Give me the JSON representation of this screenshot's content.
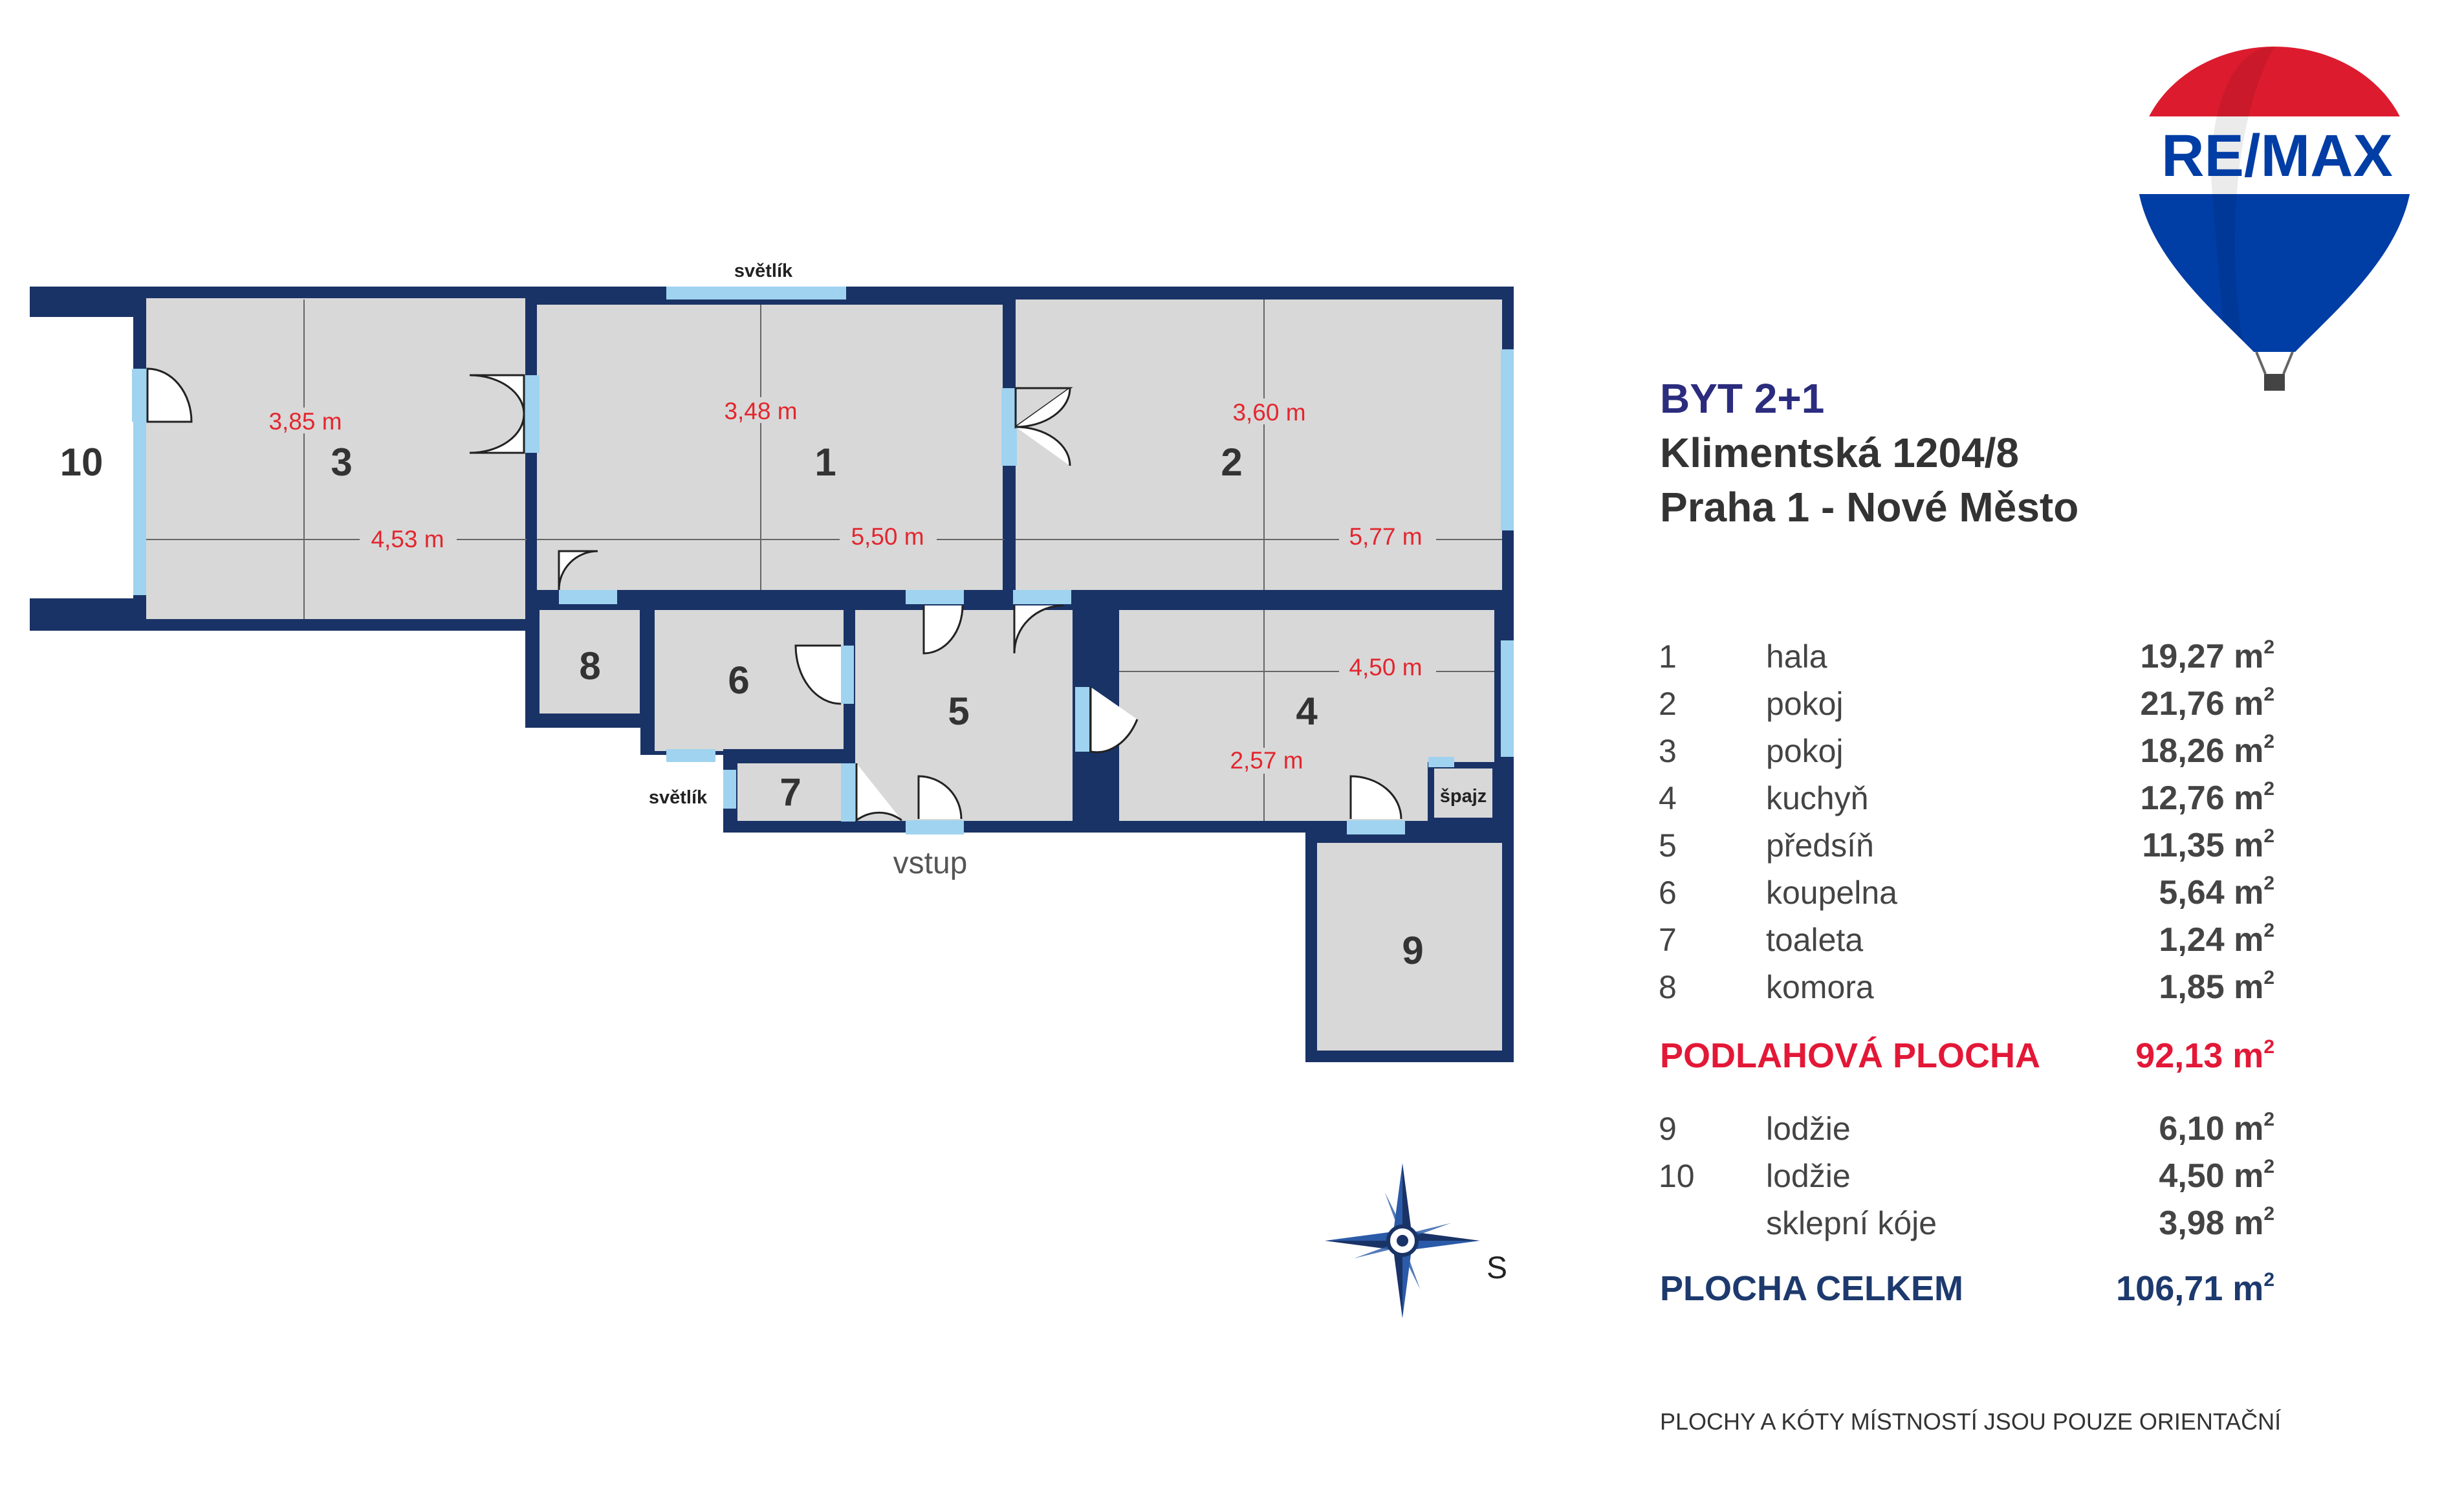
{
  "listing": {
    "title": "BYT 2+1",
    "street": "Klimentská 1204/8",
    "city": "Praha 1 - Nové Město"
  },
  "brand": {
    "logo_text": "RE/MAX",
    "colors": {
      "red": "#dc1c2e",
      "blue": "#003da5",
      "navy": "#1a3366"
    }
  },
  "plan_labels": {
    "skylight": "světlík",
    "entrance": "vstup",
    "pantry": "špajz",
    "north": "S"
  },
  "rooms": [
    {
      "num": "1",
      "dim_a": "3,48 m",
      "dim_b": "5,50 m"
    },
    {
      "num": "2",
      "dim_a": "3,60 m",
      "dim_b": "5,77 m"
    },
    {
      "num": "3",
      "dim_a": "3,85 m",
      "dim_b": "4,53 m"
    },
    {
      "num": "4",
      "dim_a": "4,50 m",
      "dim_b": "2,57 m"
    },
    {
      "num": "5"
    },
    {
      "num": "6"
    },
    {
      "num": "7"
    },
    {
      "num": "8"
    },
    {
      "num": "9"
    },
    {
      "num": "10"
    }
  ],
  "areas": [
    {
      "num": "1",
      "name": "hala",
      "area": "19,27 m"
    },
    {
      "num": "2",
      "name": "pokoj",
      "area": "21,76 m"
    },
    {
      "num": "3",
      "name": "pokoj",
      "area": "18,26 m"
    },
    {
      "num": "4",
      "name": "kuchyň",
      "area": "12,76 m"
    },
    {
      "num": "5",
      "name": "předsíň",
      "area": "11,35 m"
    },
    {
      "num": "6",
      "name": "koupelna",
      "area": "5,64 m"
    },
    {
      "num": "7",
      "name": "toaleta",
      "area": "1,24 m"
    },
    {
      "num": "8",
      "name": "komora",
      "area": "1,85 m"
    }
  ],
  "floor_total": {
    "label": "PODLAHOVÁ PLOCHA",
    "area": "92,13 m"
  },
  "extra_areas": [
    {
      "num": "9",
      "name": "lodžie",
      "area": "6,10 m"
    },
    {
      "num": "10",
      "name": "lodžie",
      "area": "4,50 m"
    },
    {
      "num": "",
      "name": "sklepní kóje",
      "area": "3,98 m"
    }
  ],
  "grand_total": {
    "label": "PLOCHA CELKEM",
    "area": "106,71 m"
  },
  "unit_sup": "2",
  "note": "PLOCHY A KÓTY MÍSTNOSTÍ JSOU POUZE ORIENTAČNÍ"
}
